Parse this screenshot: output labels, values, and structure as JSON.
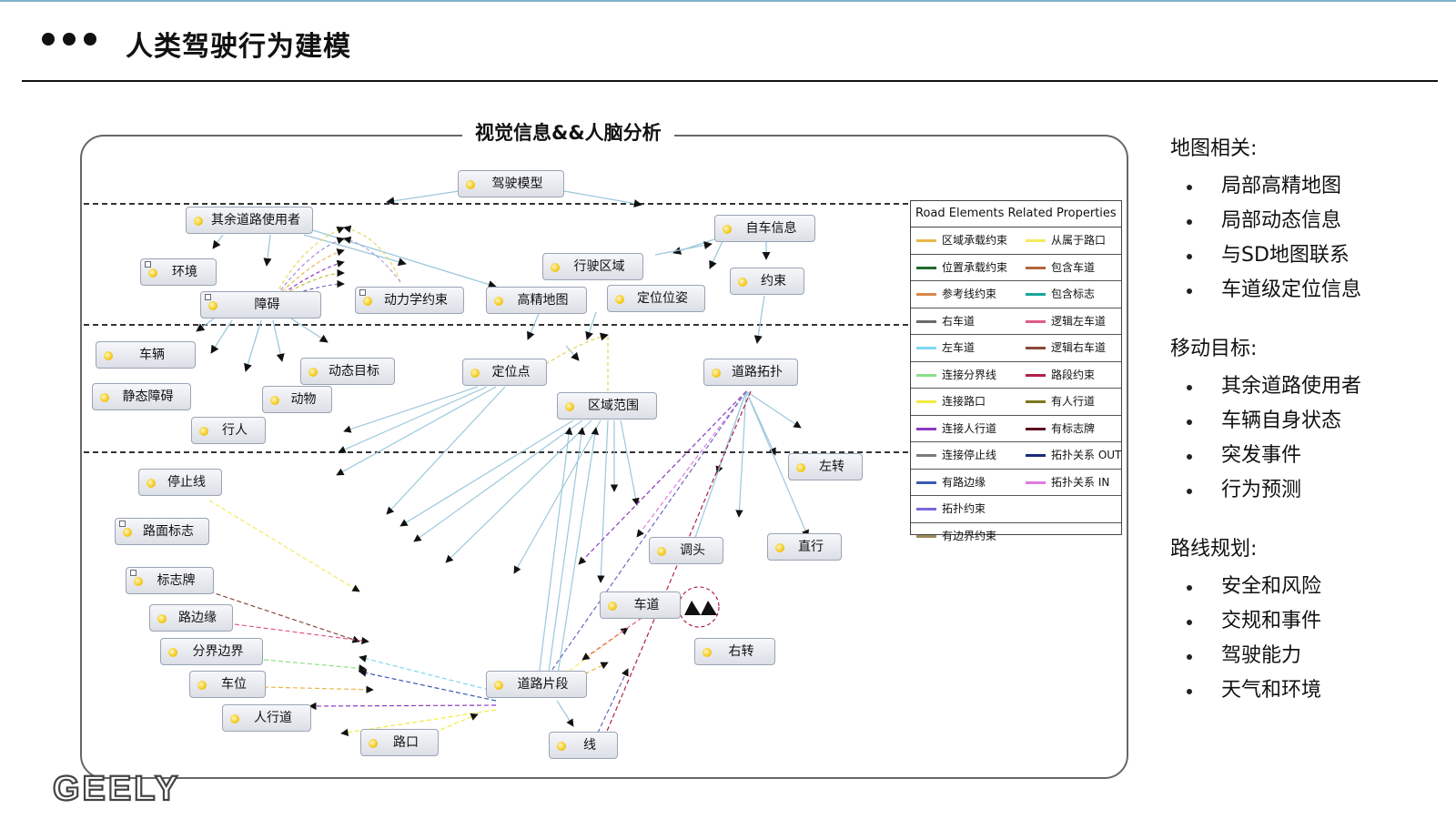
{
  "page_title": "人类驾驶行为建模",
  "diagram_title": "视觉信息&&人脑分析",
  "logo_text": "GEELY",
  "nodes": {
    "driving_model": "驾驶模型",
    "other_road_users": "其余道路使用者",
    "ego_info": "自车信息",
    "environment": "环境",
    "drivable_area": "行驶区域",
    "constraint": "约束",
    "obstacle": "障碍",
    "dynamics_constraint": "动力学约束",
    "hd_map": "高精地图",
    "localization_pose": "定位位姿",
    "vehicle": "车辆",
    "dynamic_target": "动态目标",
    "positioning_point": "定位点",
    "road_topology": "道路拓扑",
    "static_obstacle": "静态障碍",
    "animal": "动物",
    "region_range": "区域范围",
    "pedestrian": "行人",
    "left_turn": "左转",
    "stop_line": "停止线",
    "road_marking": "路面标志",
    "u_turn": "调头",
    "straight": "直行",
    "sign_board": "标志牌",
    "lane": "车道",
    "curb": "路边缘",
    "right_turn": "右转",
    "boundary": "分界边界",
    "parking_spot": "车位",
    "road_segment": "道路片段",
    "crosswalk": "人行道",
    "intersection": "路口",
    "line": "线"
  },
  "legend": {
    "title": "Road Elements Related Properties",
    "rows": [
      [
        {
          "label": "区域承载约束",
          "color": "#e8b84a"
        },
        {
          "label": "从属于路口",
          "color": "#f5ea60"
        }
      ],
      [
        {
          "label": "位置承载约束",
          "color": "#1f6b2a"
        },
        {
          "label": "包含车道",
          "color": "#b0663a"
        }
      ],
      [
        {
          "label": "参考线约束",
          "color": "#d8884a"
        },
        {
          "label": "包含标志",
          "color": "#1aa59a"
        }
      ],
      [
        {
          "label": "右车道",
          "color": "#6a6a6a"
        },
        {
          "label": "逻辑左车道",
          "color": "#e05a8a"
        }
      ],
      [
        {
          "label": "左车道",
          "color": "#7fd8f0"
        },
        {
          "label": "逻辑右车道",
          "color": "#8a4a3a"
        }
      ],
      [
        {
          "label": "连接分界线",
          "color": "#8ae08a"
        },
        {
          "label": "路段约束",
          "color": "#b0204a"
        }
      ],
      [
        {
          "label": "连接路口",
          "color": "#f5ea40"
        },
        {
          "label": "有人行道",
          "color": "#7a7a20"
        }
      ],
      [
        {
          "label": "连接人行道",
          "color": "#8a3ac0"
        },
        {
          "label": "有标志牌",
          "color": "#5a1020"
        }
      ],
      [
        {
          "label": "连接停止线",
          "color": "#7a7a7a"
        },
        {
          "label": "拓扑关系 OUT",
          "color": "#1a2a7a"
        }
      ],
      [
        {
          "label": "有路边缘",
          "color": "#3a5ab0"
        },
        {
          "label": "拓扑关系 IN",
          "color": "#e07ae0"
        }
      ],
      [
        {
          "label": "拓扑约束",
          "color": "#7a6ad8"
        }
      ],
      [
        {
          "label": "有边界约束",
          "color": "#9a8a5a"
        }
      ]
    ]
  },
  "right_panel": {
    "sections": [
      {
        "heading": "地图相关:",
        "items": [
          "局部高精地图",
          "局部动态信息",
          "与SD地图联系",
          "车道级定位信息"
        ]
      },
      {
        "heading": "移动目标:",
        "items": [
          "其余道路使用者",
          "车辆自身状态",
          "突发事件",
          "行为预测"
        ]
      },
      {
        "heading": "路线规划:",
        "items": [
          "安全和风险",
          "交规和事件",
          "驾驶能力",
          "天气和环境"
        ]
      }
    ]
  },
  "colors": {
    "edge_main": "#8cc8e0",
    "node_dot": "#f5c818",
    "frame": "#666666"
  }
}
